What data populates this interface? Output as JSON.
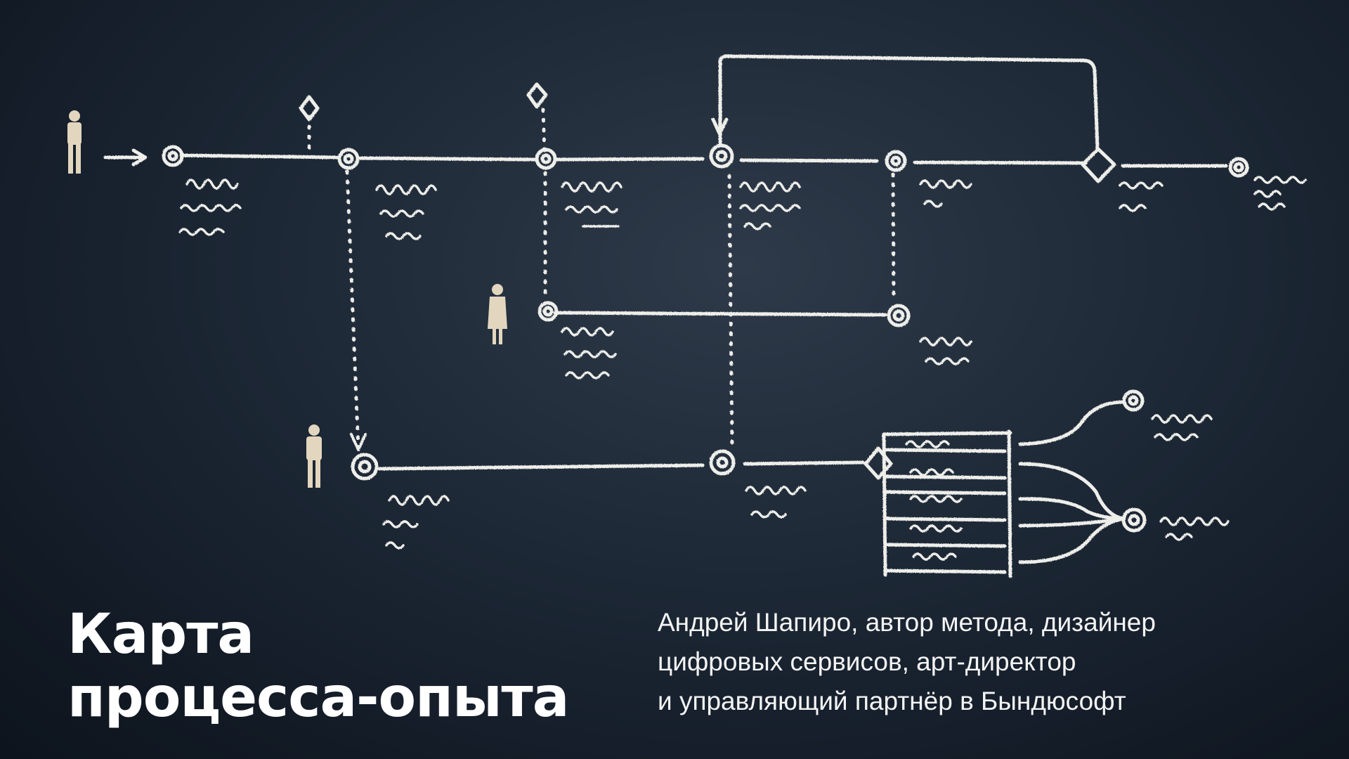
{
  "title": {
    "line1": "Карта",
    "line2": "процесса-опыта"
  },
  "caption": {
    "line1": "Андрей Шапиро, автор метода, дизайнер",
    "line2": "цифровых сервисов, арт-директор",
    "line3": "и управляющий партнёр в Бындюсофт"
  },
  "colors": {
    "board": "#1d2836",
    "chalk": "#eeeeea",
    "figurine": "#e2d6bf",
    "text": "#ffffff"
  },
  "icons": [
    "person-figurine",
    "chalk-node",
    "chalk-decision-diamond",
    "chalk-arrow"
  ]
}
